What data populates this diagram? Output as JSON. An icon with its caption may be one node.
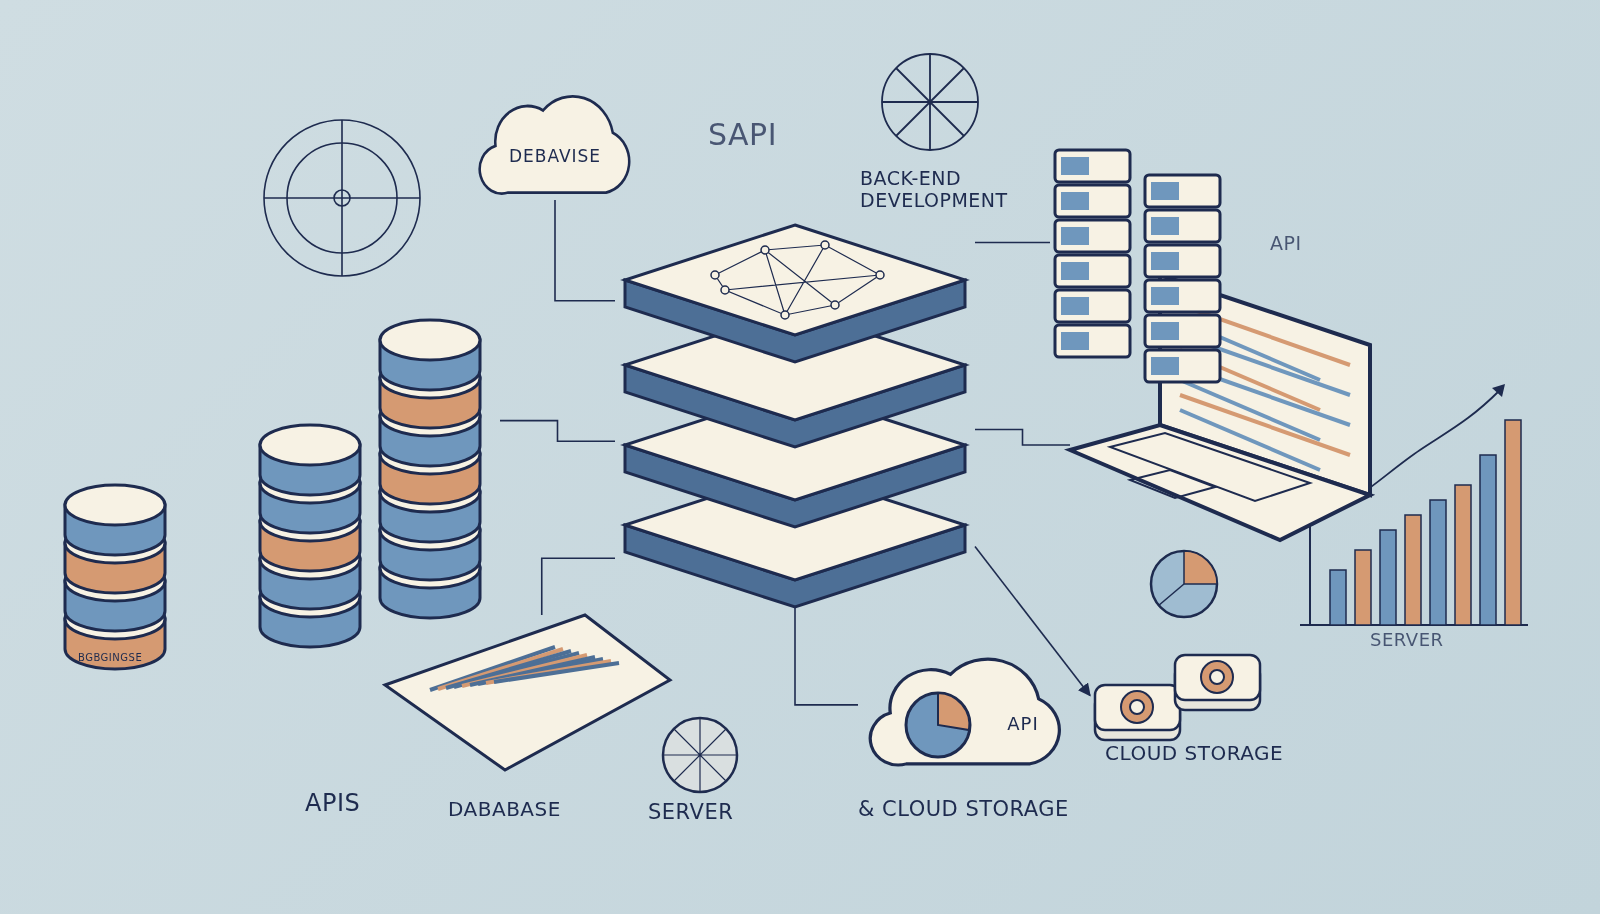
{
  "diagram": {
    "nodes": [
      {
        "text": [
          "DEBAVISE"
        ]
      },
      {
        "text": [],
        "shape": "picture"
      },
      {
        "text": [
          "API"
        ]
      },
      {
        "text": [],
        "shape": "picture"
      },
      {
        "text": [],
        "shape": "picture"
      },
      {
        "text": [],
        "shape": "picture"
      },
      {
        "text": [],
        "shape": "picture"
      },
      {
        "text": [],
        "shape": "picture"
      }
    ],
    "edges": [
      {
        "from": 0,
        "to": 1,
        "arrow": "none"
      },
      {
        "from": 5,
        "to": 1,
        "arrow": "none"
      },
      {
        "from": 1,
        "to": 3,
        "arrow": "none"
      },
      {
        "from": 1,
        "to": 7,
        "arrow": "to"
      },
      {
        "from": 6,
        "to": 1,
        "arrow": "none"
      },
      {
        "from": 1,
        "to": 2,
        "arrow": "none"
      },
      {
        "from": 4,
        "to": 1,
        "arrow": "none"
      }
    ],
    "labels": [
      "SAPI",
      "BACK-END DEVELOPMENT",
      "API",
      "SERVER",
      "BGBGINGSE",
      "APIS",
      "DABABASE",
      "SERVER",
      "& CLOUD STORAGE",
      "CLOUD STORAGE"
    ]
  }
}
